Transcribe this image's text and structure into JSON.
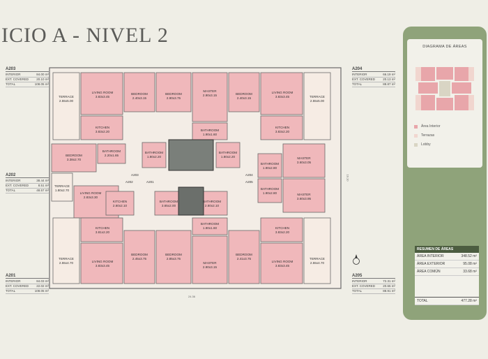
{
  "title": "ICIO A - NIVEL 2",
  "units": {
    "A203": {
      "code": "A203",
      "rows": [
        [
          "INTERIOR",
          "84.00 m²"
        ],
        [
          "EXT. COVERED",
          "20.10 m²"
        ],
        [
          "TOTAL",
          "108.05 m²"
        ]
      ]
    },
    "A204": {
      "code": "A204",
      "rows": [
        [
          "INTERIOR",
          "66.19 m²"
        ],
        [
          "EXT. COVERED",
          "20.13 m²"
        ],
        [
          "TOTAL",
          "88.87 m²"
        ]
      ]
    },
    "A202": {
      "code": "A202",
      "rows": [
        [
          "INTERIOR",
          "38.44 m²"
        ],
        [
          "EXT. COVERED",
          "8.51 m²"
        ],
        [
          "TOTAL",
          "48.57 m²"
        ]
      ]
    },
    "A201": {
      "code": "A201",
      "rows": [
        [
          "INTERIOR",
          "84.03 m²"
        ],
        [
          "EXT. COVERED",
          "22.02 m²"
        ],
        [
          "TOTAL",
          "108.05 m²"
        ]
      ]
    },
    "A205": {
      "code": "A205",
      "rows": [
        [
          "INTERIOR",
          "72.31 m²"
        ],
        [
          "EXT. COVERED",
          "20.65 m²"
        ],
        [
          "TOTAL",
          "88.91 m²"
        ]
      ]
    }
  },
  "rooms": {
    "terrace_tl": "TERRACE\n2.55x5.00",
    "living_tl": "LIVING ROOM\n3.83x3.45",
    "bedroom_t1": "BEDROOM\n2.40x3.15",
    "bedroom_t2": "BEDROOM\n2.90x3.75",
    "master_t": "MASTER\n2.90x3.15",
    "bedroom_t3": "BEDROOM\n2.40x3.15",
    "living_tr": "LIVING ROOM\n3.83x3.45",
    "terrace_tr": "TERRACE\n2.55x5.00",
    "kitchen_tl": "KITCHEN\n3.83x2.20",
    "kitchen_tr": "KITCHEN\n3.83x2.20",
    "bathroom_t": "BATHROOM\n1.90x1.60",
    "bedroom_l": "BEDROOM\n3.38x2.70",
    "bathroom_l": "BATHROOM\n2.20x1.65",
    "bathroom_cl": "BATHROOM\n1.80x2.20",
    "bathroom_cr": "BATHROOM\n1.80x2.20",
    "bathroom_r1": "BATHROOM\n1.90x2.80",
    "master_r1": "MASTER\n3.60x3.05",
    "terrace_l": "TERRACE\n1.80x2.70",
    "living_l": "LIVING ROOM\n2.83x3.30",
    "kitchen_l": "KITCHEN\n2.60x2.10",
    "bathroom_c2": "BATHROOM\n3.65x2.00",
    "bathroom_c3": "BATHROOM\n2.80x2.10",
    "bathroom_r2": "BATHROOM\n1.90x2.80",
    "master_r2": "MASTER\n3.60x3.95",
    "kitchen_bl": "KITCHEN\n3.81x2.20",
    "bathroom_b": "BATHROOM\n1.90x1.60",
    "kitchen_br": "KITCHEN\n3.83x2.20",
    "terrace_bl": "TERRACE\n2.55x4.70",
    "living_bl": "LIVING ROOM\n3.83x3.45",
    "bedroom_b1": "BEDROOM\n2.45x3.75",
    "bedroom_b2": "BEDROOM\n2.85x3.75",
    "master_b": "MASTER\n2.90x3.15",
    "bedroom_b3": "BEDROOM\n2.41x3.75",
    "living_br": "LIVING ROOM\n3.83x3.45",
    "terrace_br": "TERRACE\n2.55x4.70"
  },
  "unit_tags": [
    "A203",
    "A201",
    "A202",
    "A204",
    "A205"
  ],
  "dims": {
    "width": "24.36",
    "height": "19.10"
  },
  "diagram": {
    "title": "DIAGRAMA DE ÁREAS",
    "legend": [
      {
        "label": "Área Interior",
        "color": "#e8a6aa"
      },
      {
        "label": "Terrazas",
        "color": "#f1d6cf"
      },
      {
        "label": "Lobby",
        "color": "#d9d5c4"
      }
    ]
  },
  "summary": {
    "title": "RESUMEN DE ÁREAS",
    "rows": [
      {
        "label": "ÁREA INTERIOR",
        "value": "348.52",
        "unit": "m²"
      },
      {
        "label": "ÁREA EXTERIOR",
        "value": "95.08",
        "unit": "m²"
      },
      {
        "label": "ÁREA COMÚN",
        "value": "33.68",
        "unit": "m²"
      }
    ],
    "total_label": "TOTAL",
    "total_value": "477.28",
    "total_unit": "m²"
  },
  "colors": {
    "pink": "#f0b8bb",
    "pink_dark": "#e79fa4",
    "terrace": "#f6ece4",
    "wall": "#6a6a6a",
    "core": "#555",
    "green": "#8fa37a"
  }
}
